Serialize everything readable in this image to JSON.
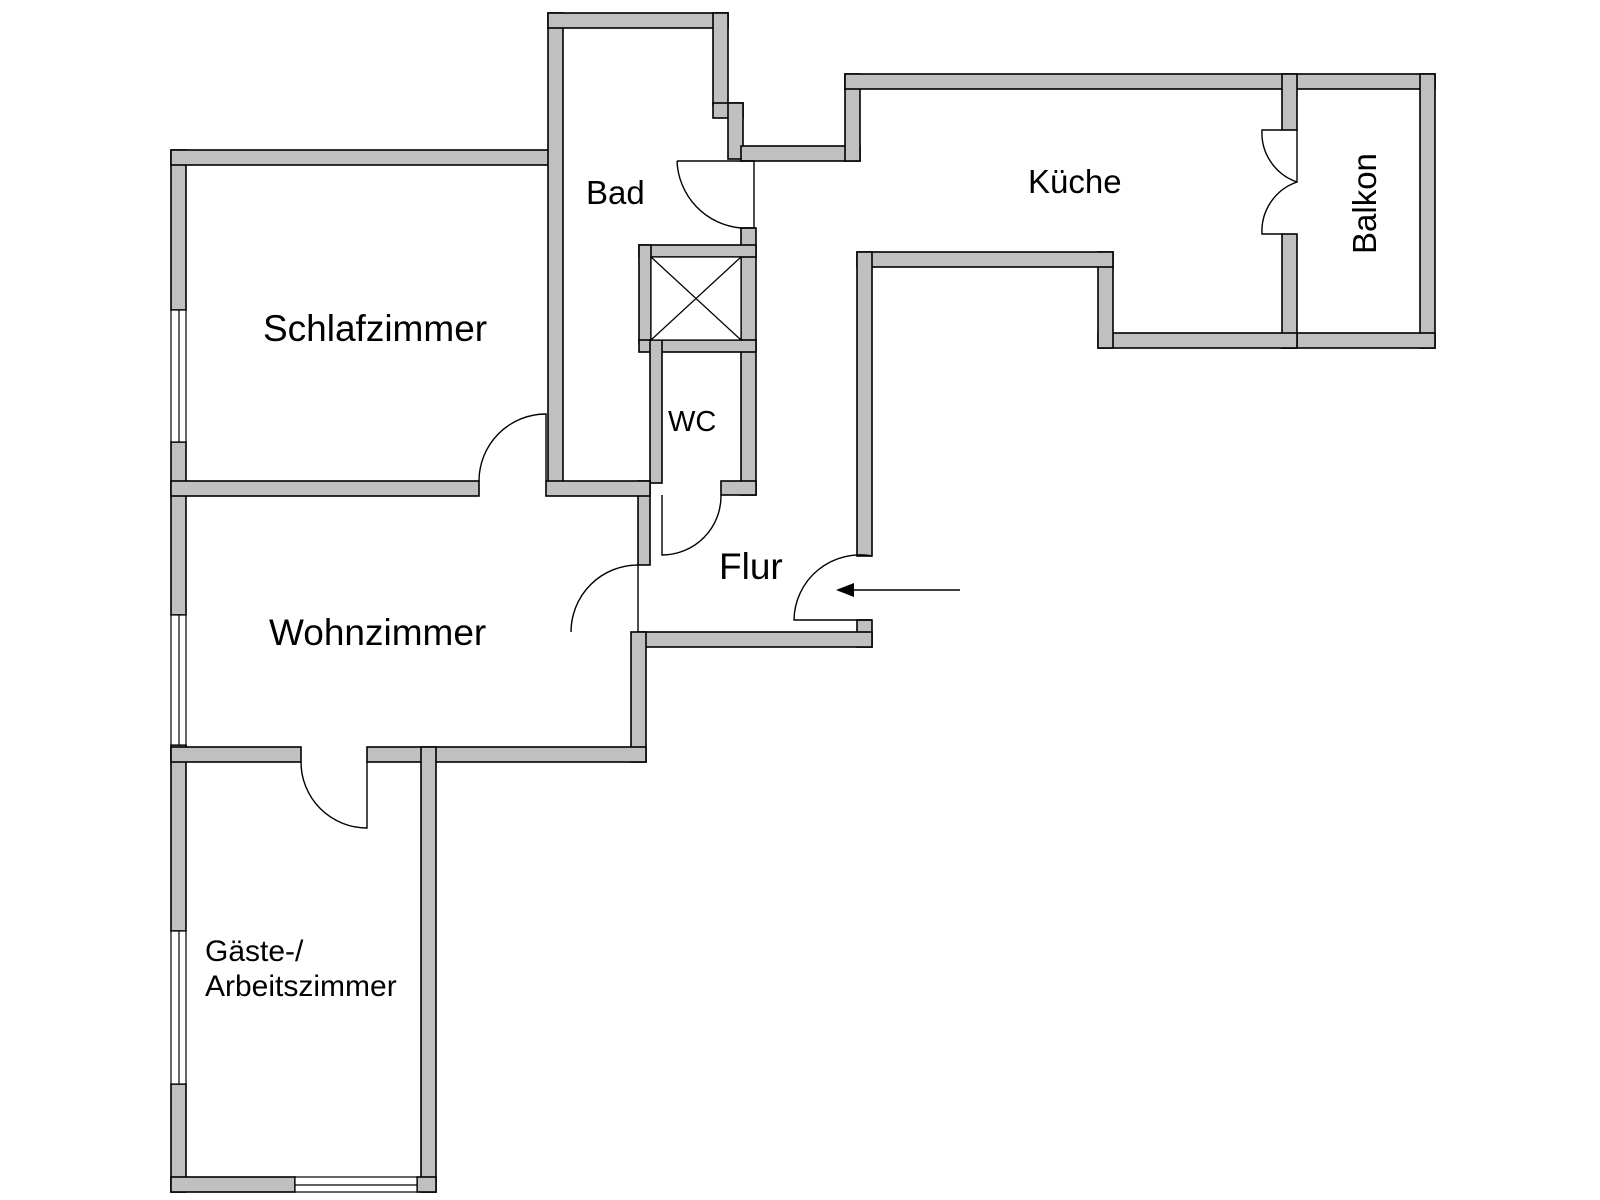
{
  "floor_plan": {
    "rooms": {
      "schlafzimmer": "Schlafzimmer",
      "bad": "Bad",
      "kueche": "Küche",
      "balkon": "Balkon",
      "wc": "WC",
      "flur": "Flur",
      "wohnzimmer": "Wohnzimmer",
      "gaeste_line1": "Gäste-/",
      "gaeste_line2": "Arbeitszimmer"
    }
  }
}
